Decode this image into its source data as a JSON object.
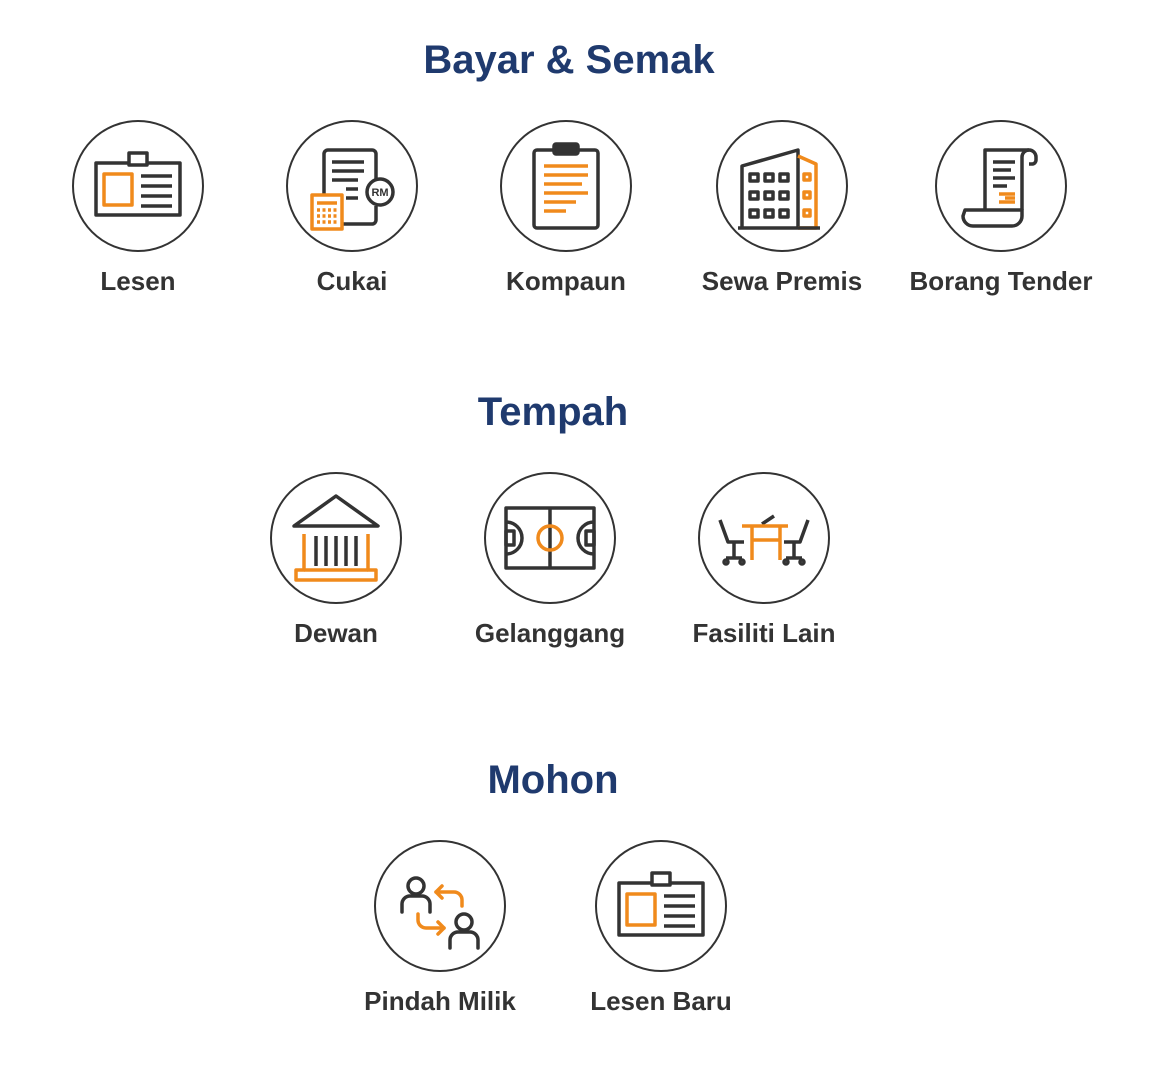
{
  "sections": [
    {
      "title": "Bayar & Semak",
      "items": [
        {
          "label": "Lesen",
          "icon": "id-card-icon"
        },
        {
          "label": "Cukai",
          "icon": "tax-document-calculator-icon"
        },
        {
          "label": "Kompaun",
          "icon": "clipboard-icon"
        },
        {
          "label": "Sewa Premis",
          "icon": "building-icon"
        },
        {
          "label": "Borang Tender",
          "icon": "scroll-form-icon"
        }
      ]
    },
    {
      "title": "Tempah",
      "items": [
        {
          "label": "Dewan",
          "icon": "hall-building-icon"
        },
        {
          "label": "Gelanggang",
          "icon": "sports-court-icon"
        },
        {
          "label": "Fasiliti Lain",
          "icon": "meeting-room-icon"
        }
      ]
    },
    {
      "title": "Mohon",
      "items": [
        {
          "label": "Pindah Milik",
          "icon": "ownership-transfer-icon"
        },
        {
          "label": "Lesen Baru",
          "icon": "id-card-icon"
        }
      ]
    }
  ],
  "icons": {
    "rm_badge": "RM"
  },
  "colors": {
    "title": "#1f3a6e",
    "label": "#333333",
    "accent": "#f08a1c",
    "outline": "#333333"
  }
}
